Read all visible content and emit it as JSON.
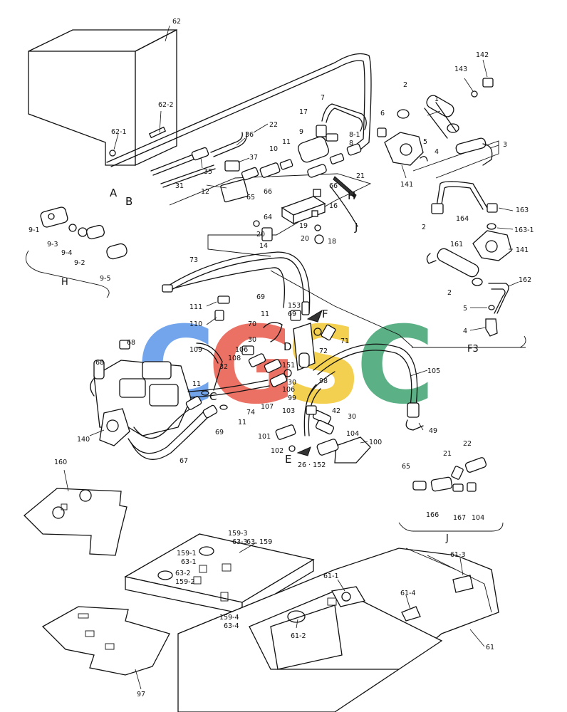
{
  "watermark": {
    "letters": [
      "C",
      "G",
      "S",
      "C"
    ],
    "colors": [
      "#4d8de8",
      "#e64a3b",
      "#f2c320",
      "#2e9b64"
    ]
  },
  "part_numbers": [
    "62",
    "62-2",
    "62-1",
    "22",
    "36",
    "35",
    "37",
    "31",
    "12",
    "66",
    "65",
    "10",
    "11",
    "9",
    "17",
    "7",
    "8-1",
    "8",
    "6",
    "2",
    "1",
    "143",
    "142",
    "3",
    "5",
    "4",
    "141",
    "21",
    "66",
    "16",
    "64",
    "19",
    "20",
    "18",
    "20",
    "14",
    "9-1",
    "9-3",
    "9-4",
    "9-2",
    "9-5",
    "164",
    "163",
    "163-1",
    "2",
    "161",
    "141",
    "2",
    "162",
    "5",
    "4",
    "73",
    "111",
    "110",
    "69",
    "153",
    "11",
    "69",
    "70",
    "30",
    "72",
    "71",
    "106",
    "108",
    "151",
    "30",
    "98",
    "68",
    "109",
    "32",
    "68",
    "11",
    "106",
    "107",
    "105",
    "99",
    "103",
    "42",
    "30",
    "104",
    "74",
    "11",
    "69",
    "140",
    "67",
    "101",
    "102",
    "100",
    "26 · 152",
    "49",
    "65",
    "21",
    "22",
    "166",
    "167",
    "104",
    "160",
    "159-3",
    "63-3",
    "63. 159",
    "159-1",
    "63-1",
    "63-2",
    "159-2",
    "159-4",
    "63-4",
    "61-1",
    "61-4",
    "61-3",
    "61-2",
    "61",
    "97"
  ],
  "callout_letters": [
    "A",
    "B",
    "C",
    "D",
    "E",
    "F",
    "H",
    "J"
  ],
  "group_labels": {
    "h_group": "H",
    "f3_group": "F3",
    "j_group": "J"
  }
}
